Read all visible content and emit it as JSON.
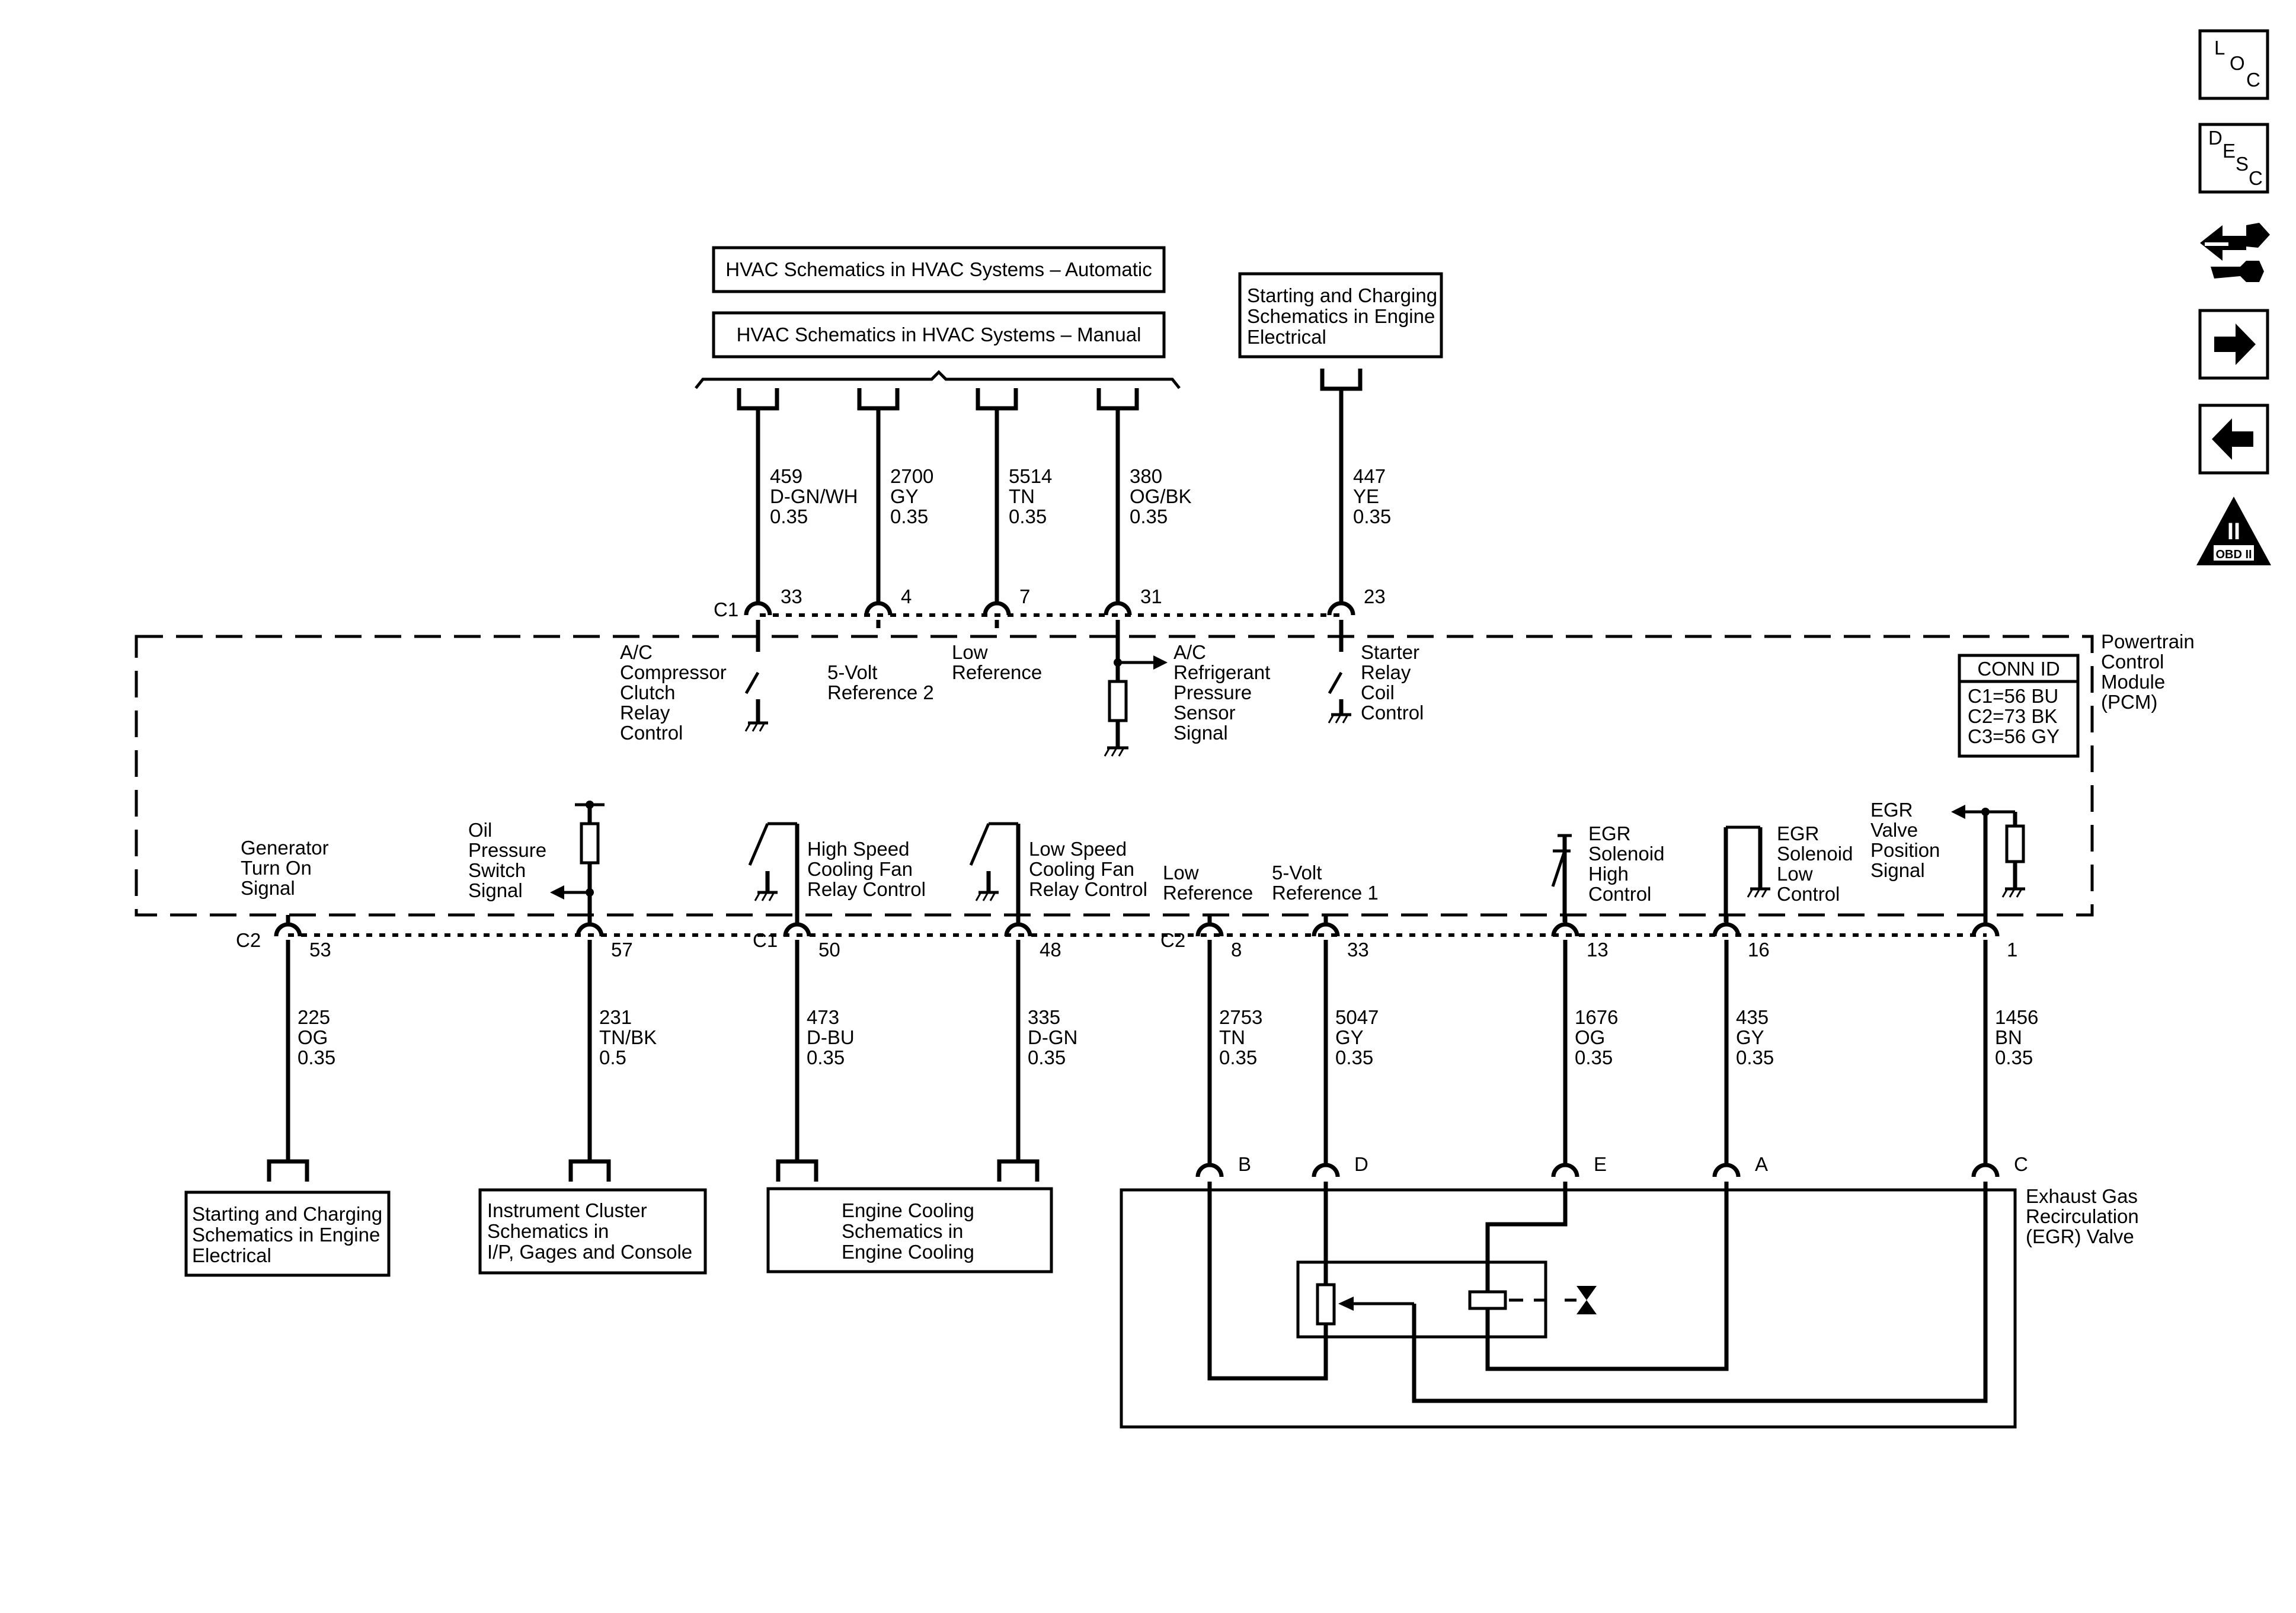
{
  "ref_boxes": {
    "hvac_auto": "HVAC Schematics in HVAC Systems – Automatic",
    "hvac_manual": "HVAC Schematics in HVAC Systems – Manual",
    "start_charge_top": [
      "Starting and Charging",
      "Schematics in Engine",
      "Electrical"
    ],
    "start_charge_bottom": [
      "Starting and Charging",
      "Schematics in Engine",
      "Electrical"
    ],
    "instrument_cluster": [
      "Instrument Cluster",
      "Schematics in",
      "I/P, Gages and Console"
    ],
    "engine_cooling": [
      "Engine Cooling",
      "Schematics in",
      "Engine Cooling"
    ]
  },
  "pcm": {
    "label": [
      "Powertrain",
      "Control",
      "Module",
      "(PCM)"
    ],
    "conn_id_title": "CONN ID",
    "conn_ids": [
      "C1=56 BU",
      "C2=73 BK",
      "C3=56 GY"
    ]
  },
  "top_connector": "C1",
  "top_pins": [
    {
      "pin": "33",
      "circuit": "459",
      "color": "D-GN/WH",
      "gauge": "0.35",
      "function": [
        "A/C",
        "Compressor",
        "Clutch",
        "Relay",
        "Control"
      ]
    },
    {
      "pin": "4",
      "circuit": "2700",
      "color": "GY",
      "gauge": "0.35",
      "function": [
        "5-Volt",
        "Reference 2"
      ]
    },
    {
      "pin": "7",
      "circuit": "5514",
      "color": "TN",
      "gauge": "0.35",
      "function": [
        "Low",
        "Reference"
      ]
    },
    {
      "pin": "31",
      "circuit": "380",
      "color": "OG/BK",
      "gauge": "0.35",
      "function": [
        "A/C",
        "Refrigerant",
        "Pressure",
        "Sensor",
        "Signal"
      ]
    },
    {
      "pin": "23",
      "circuit": "447",
      "color": "YE",
      "gauge": "0.35",
      "function": [
        "Starter",
        "Relay",
        "Coil",
        "Control"
      ]
    }
  ],
  "bottom_connectors": {
    "left": "C2",
    "mid": "C1",
    "right": "C2"
  },
  "bottom_pins": [
    {
      "pin": "53",
      "circuit": "225",
      "color": "OG",
      "gauge": "0.35",
      "function": [
        "Generator",
        "Turn On",
        "Signal"
      ]
    },
    {
      "pin": "57",
      "circuit": "231",
      "color": "TN/BK",
      "gauge": "0.5",
      "function": [
        "Oil",
        "Pressure",
        "Switch",
        "Signal"
      ]
    },
    {
      "pin": "50",
      "circuit": "473",
      "color": "D-BU",
      "gauge": "0.35",
      "function": [
        "High Speed",
        "Cooling Fan",
        "Relay Control"
      ]
    },
    {
      "pin": "48",
      "circuit": "335",
      "color": "D-GN",
      "gauge": "0.35",
      "function": [
        "Low Speed",
        "Cooling Fan",
        "Relay Control"
      ]
    },
    {
      "pin": "8",
      "circuit": "2753",
      "color": "TN",
      "gauge": "0.35",
      "function": [
        "Low",
        "Reference"
      ],
      "egr_pin": "B"
    },
    {
      "pin": "33",
      "circuit": "5047",
      "color": "GY",
      "gauge": "0.35",
      "function": [
        "5-Volt",
        "Reference 1"
      ],
      "egr_pin": "D"
    },
    {
      "pin": "13",
      "circuit": "1676",
      "color": "OG",
      "gauge": "0.35",
      "function": [
        "EGR",
        "Solenoid",
        "High",
        "Control"
      ],
      "egr_pin": "E"
    },
    {
      "pin": "16",
      "circuit": "435",
      "color": "GY",
      "gauge": "0.35",
      "function": [
        "EGR",
        "Solenoid",
        "Low",
        "Control"
      ],
      "egr_pin": "A"
    },
    {
      "pin": "1",
      "circuit": "1456",
      "color": "BN",
      "gauge": "0.35",
      "function": [
        "EGR",
        "Valve",
        "Position",
        "Signal"
      ],
      "egr_pin": "C"
    }
  ],
  "egr_valve": [
    "Exhaust Gas",
    "Recirculation",
    "(EGR) Valve"
  ],
  "nav": {
    "loc": [
      "L",
      "O",
      "C"
    ],
    "desc": [
      "D",
      "E",
      "S",
      "C"
    ],
    "obd": [
      "II",
      "OBD II"
    ]
  },
  "icons": [
    "loc-icon",
    "desc-icon",
    "repair-wrench-icon",
    "next-arrow-icon",
    "previous-arrow-icon",
    "obd-ii-icon"
  ]
}
